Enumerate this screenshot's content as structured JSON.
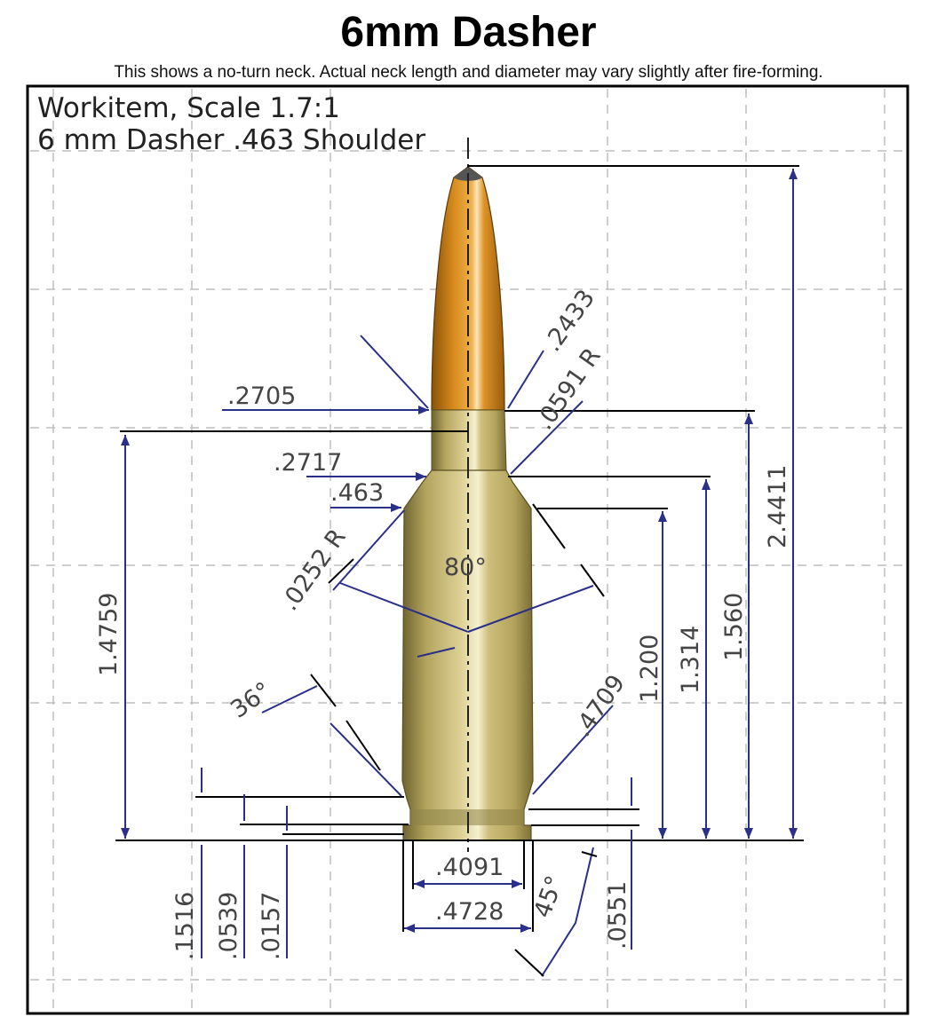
{
  "page": {
    "title": "6mm Dasher",
    "subtitle": "This shows a no-turn neck. Actual neck length and diameter may vary slightly after fire-forming."
  },
  "drawing": {
    "header_line1": "Workitem, Scale 1.7:1",
    "header_line2": "6 mm Dasher .463 Shoulder",
    "dimensions": {
      "neck_diameter_top": ".2705",
      "neck_diameter_base": ".2717",
      "shoulder_diameter": ".463",
      "shoulder_radius": ".0252 R",
      "neck_radius": ".0591 R",
      "bullet_diameter": ".2433",
      "shoulder_angle": "80°",
      "bevel_angle": "36°",
      "body_base_diameter": ".4709",
      "rim_inner_diameter": ".4091",
      "rim_diameter": ".4728",
      "chamfer_angle": "45°",
      "height_case_left": "1.4759",
      "height_shoulder": "1.200",
      "height_neck_base": "1.314",
      "height_case": "1.560",
      "height_overall": "2.4411",
      "extractor_groove_height": ".1516",
      "rim_height_a": ".0539",
      "rim_height_b": ".0157",
      "rim_thickness": ".0551"
    }
  },
  "colors": {
    "brass": "#c6b671",
    "brass_highlight": "#f3ecc6",
    "bullet_copper": "#d98d1e",
    "bullet_tip": "#555555",
    "dim_line": "#2a2f8a",
    "grid": "#bdbdbd"
  }
}
